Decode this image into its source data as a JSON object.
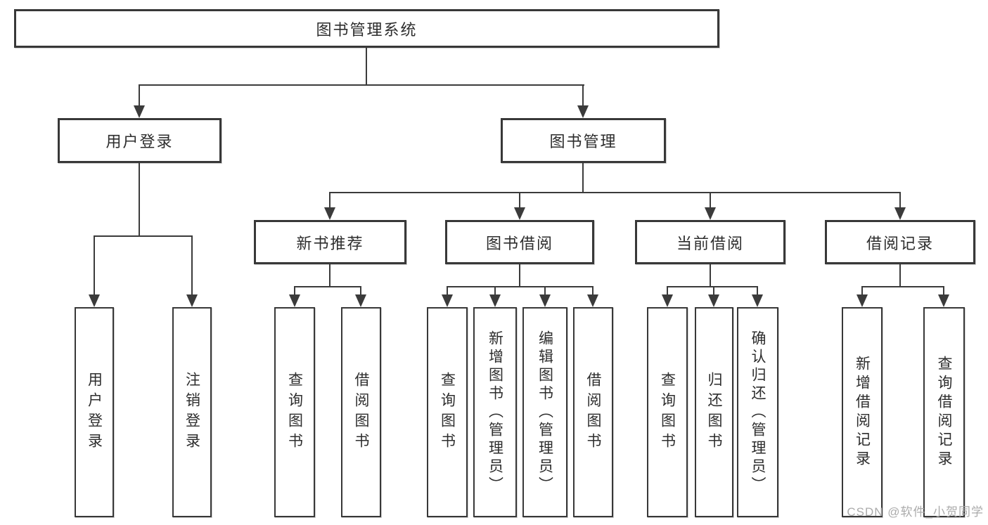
{
  "diagram": {
    "root": {
      "label": "图书管理系统"
    },
    "level2": [
      {
        "label": "用户登录"
      },
      {
        "label": "图书管理"
      }
    ],
    "level3": [
      {
        "label": "新书推荐"
      },
      {
        "label": "图书借阅"
      },
      {
        "label": "当前借阅"
      },
      {
        "label": "借阅记录"
      }
    ],
    "leaves": {
      "user_login": [
        "用户登录",
        "注销登录"
      ],
      "new_book_recommend": [
        "查询图书",
        "借阅图书"
      ],
      "book_borrow": [
        "查询图书",
        "新增图书（管理员）",
        "编辑图书（管理员）",
        "借阅图书"
      ],
      "current_borrow": [
        "查询图书",
        "归还图书",
        "确认归还（管理员）"
      ],
      "borrow_records": [
        "新增借阅记录",
        "查询借阅记录"
      ]
    },
    "colors": {
      "line": "#3b3b3b",
      "box_border": "#383838",
      "text": "#2d2d2d",
      "watermark": "#ababab"
    },
    "watermark": "CSDN @软件_小贺同学"
  }
}
